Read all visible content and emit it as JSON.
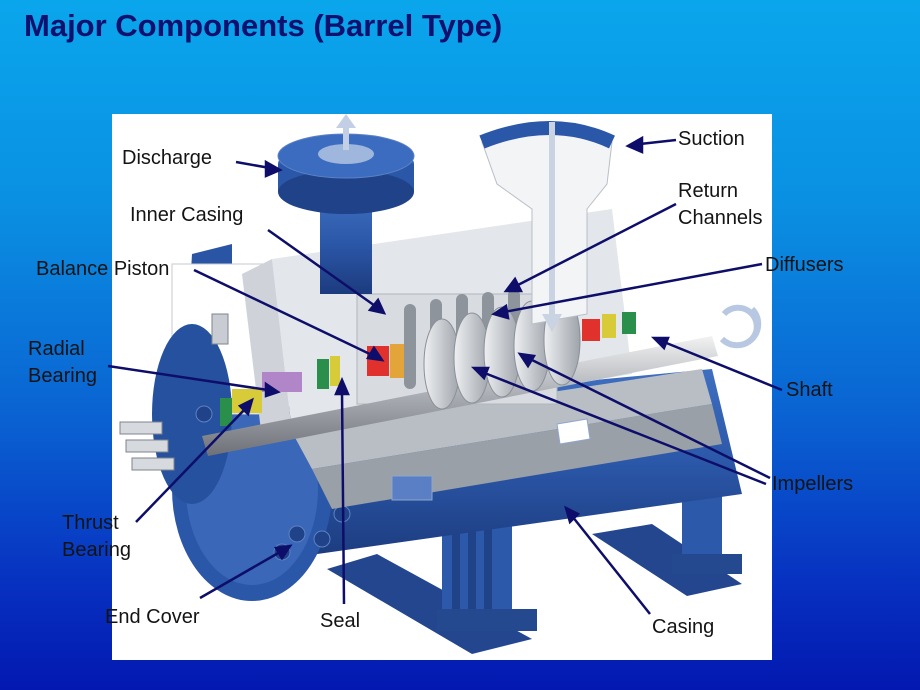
{
  "title": "Major Components (Barrel Type)",
  "labels": {
    "discharge": "Discharge",
    "suction": "Suction",
    "inner_casing": "Inner Casing",
    "return_channels": [
      "Return",
      "Channels"
    ],
    "balance_piston": "Balance Piston",
    "diffusers": "Diffusers",
    "radial_bearing": [
      "Radial",
      "Bearing"
    ],
    "shaft": "Shaft",
    "impellers": "Impellers",
    "thrust_bearing": [
      "Thrust",
      "Bearing"
    ],
    "end_cover": "End Cover",
    "seal": "Seal",
    "casing": "Casing"
  },
  "colors": {
    "title": "#10106e",
    "leader": "#0e0e6a",
    "casing_blue": "#2b57a8",
    "casing_dark": "#1c3b7e",
    "internals_grey": "#d4d8de"
  }
}
